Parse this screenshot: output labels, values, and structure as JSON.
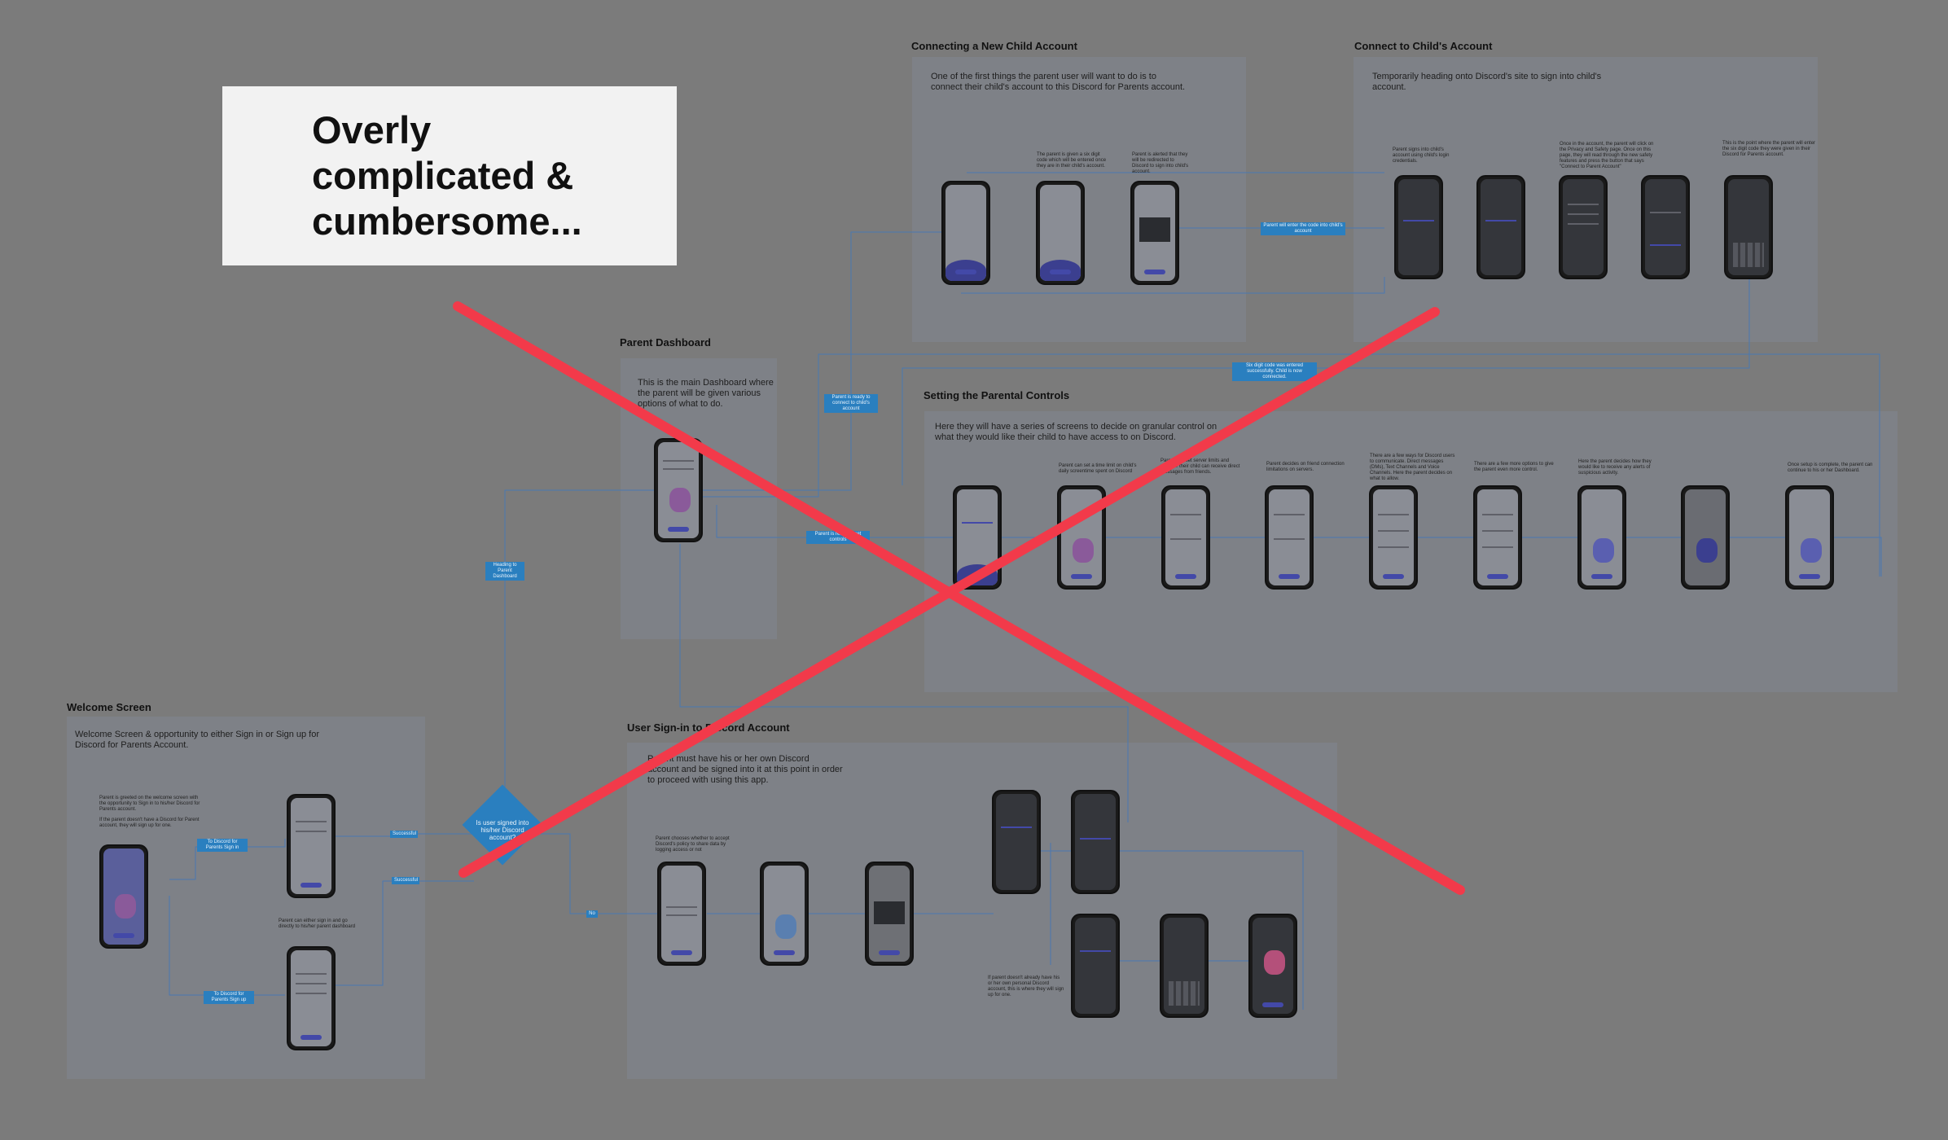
{
  "banner": {
    "text": "Overly complicated & cumbersome..."
  },
  "sections": {
    "welcome": {
      "title": "Welcome Screen",
      "desc": "Welcome Screen & opportunity to either Sign in or Sign up for Discord for Parents Account."
    },
    "dashboard": {
      "title": "Parent Dashboard",
      "desc": "This is the main Dashboard where the parent will be given various options of what to do."
    },
    "connecting": {
      "title": "Connecting a New Child Account",
      "desc": "One of the first things the parent user will want to do is to connect their child's account to this Discord for Parents account."
    },
    "connect_child": {
      "title": "Connect to Child's Account",
      "desc": "Temporarily heading onto Discord's site to sign into child's account."
    },
    "parental_controls": {
      "title": "Setting the Parental Controls",
      "desc": "Here they will have a series of screens to decide on granular control on what they would like their child to have access to on Discord."
    },
    "signin": {
      "title": "User Sign-in to Discord Account",
      "desc": "Parent must have his or her own Discord account and be signed into it at this point in order to proceed with using this app."
    }
  },
  "decision": {
    "text": "Is user signed into his/her Discord account?"
  },
  "notes": {
    "welcome_1": "Parent is greeted on the welcome screen with the opportunity to Sign in to his/her Discord for Parents account.",
    "welcome_2": "If the parent doesn't have a Discord for Parent account, they will sign up for one.",
    "welcome_3": "Parent can either sign in and go directly to his/her parent dashboard",
    "signin_1": "Parent chooses whether to accept Discord's policy to share data by logging access or not",
    "signin_2": "If parent doesn't already have his or her own personal Discord account, this is where they will sign up for one.",
    "conn_1": "The parent is given a six digit code which will be entered once they are in their child's account.",
    "conn_2": "Parent is alerted that they will be redirected to Discord to sign into child's account.",
    "child_1": "Parent signs into child's account using child's login credentials.",
    "child_2": "Once in the account, the parent will click on the Privacy and Safety page. Once on this page, they will read through the new safety features and press the button that says \"Connect to Parent Account\"",
    "child_3": "This is the point where the parent will enter the six digit code they were given in their Discord for Parents account.",
    "pc_1": "Parent can set a time limit on child's daily screentime spent on Discord",
    "pc_2": "Parent can set server limits and whether their child can receive direct messages from friends.",
    "pc_3": "Parent decides on friend connection limitations on servers.",
    "pc_4": "There are a few ways for Discord users to communicate. Direct messages (DMs), Text Channels and Voice Channels. Here the parent decides on what to allow.",
    "pc_5": "There are a few more options to give the parent even more control.",
    "pc_6": "Here the parent decides how they would like to receive any alerts of suspicious activity.",
    "pc_7": "Once setup is complete, the parent can continue to his or her Dashboard."
  },
  "connectors": {
    "to_signin": "To Discord for Parents Sign in",
    "to_signup": "To Discord for Parents Sign up",
    "successful_1": "Successful",
    "successful_2": "Successful",
    "heading_dashboard": "Heading to Parent Dashboard",
    "ready_connect": "Parent is ready to connect to child's account",
    "ready_controls": "Parent is ready to set controls",
    "code_entry": "Parent will enter the code into child's account",
    "six_digit": "Six digit code was entered successfully. Child is now connected.",
    "no": "No"
  }
}
